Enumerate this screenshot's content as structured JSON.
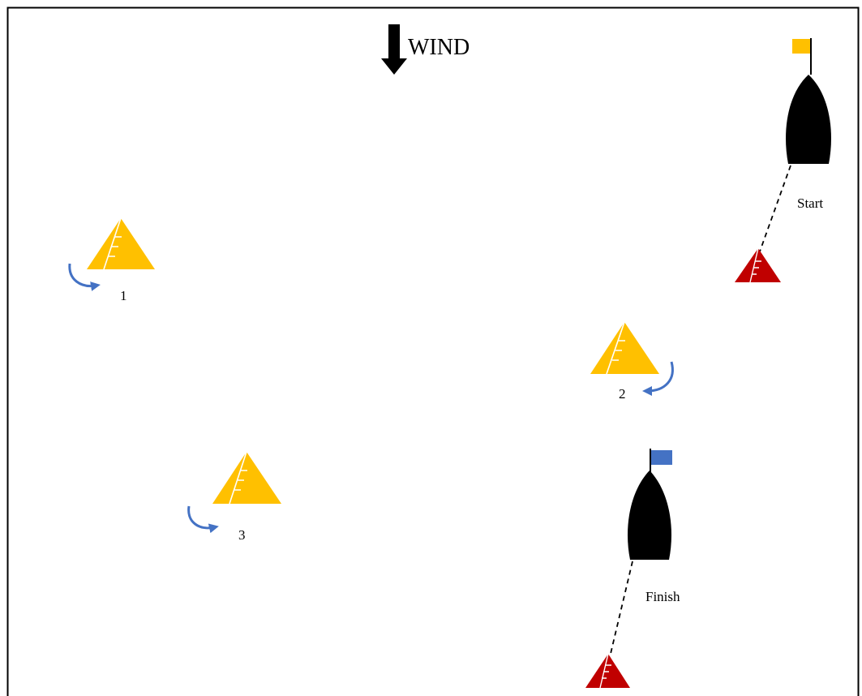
{
  "wind": {
    "label": "WIND"
  },
  "start_line": {
    "label": "Start",
    "flag_color": "#FFC000"
  },
  "finish_line": {
    "label": "Finish",
    "flag_color": "#4472C4"
  },
  "marks": [
    {
      "number": "1",
      "rounding": "to-port-right"
    },
    {
      "number": "2",
      "rounding": "to-left"
    },
    {
      "number": "3",
      "rounding": "to-port-right"
    }
  ],
  "colors": {
    "mark": "#FFC000",
    "line_mark": "#C00000",
    "arrow": "#4472C4",
    "boat": "#000000",
    "border": "#000000"
  }
}
